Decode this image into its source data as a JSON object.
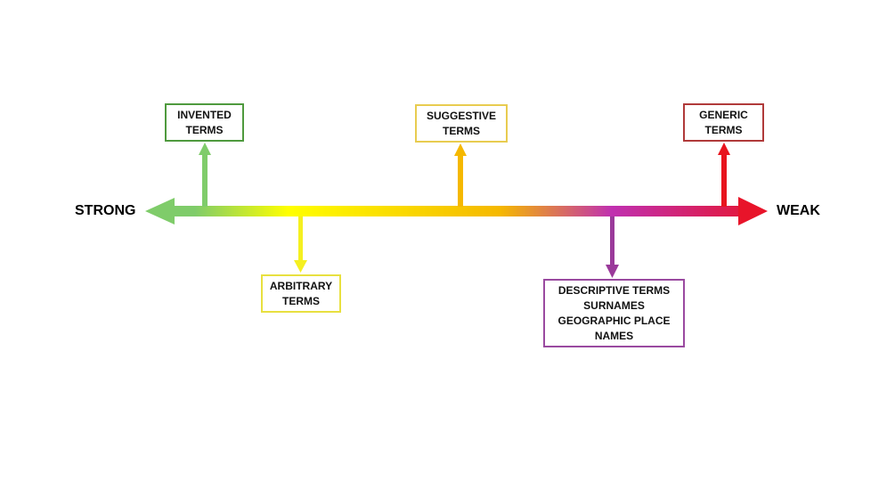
{
  "scale": {
    "left_label": "STRONG",
    "right_label": "WEAK"
  },
  "categories": [
    {
      "id": "invented",
      "lines": [
        "INVENTED",
        "TERMS"
      ],
      "color": "#4f9a3e",
      "arrow_color": "#7fcc6a",
      "direction": "up"
    },
    {
      "id": "arbitrary",
      "lines": [
        "ARBITRARY",
        "TERMS"
      ],
      "color": "#e8e040",
      "arrow_color": "#f5f020",
      "direction": "down"
    },
    {
      "id": "suggestive",
      "lines": [
        "SUGGESTIVE",
        "TERMS"
      ],
      "color": "#e8cc50",
      "arrow_color": "#f5b800",
      "direction": "up"
    },
    {
      "id": "descriptive",
      "lines": [
        "DESCRIPTIVE TERMS",
        "SURNAMES",
        "GEOGRAPHIC PLACE",
        "NAMES"
      ],
      "color": "#9a4aa0",
      "arrow_color": "#9a3a9a",
      "direction": "down"
    },
    {
      "id": "generic",
      "lines": [
        "GENERIC",
        "TERMS"
      ],
      "color": "#b03a3a",
      "arrow_color": "#e8141e",
      "direction": "up"
    }
  ],
  "gradient": [
    "#7fcc6a",
    "#ffff00",
    "#f5b800",
    "#c030b0",
    "#e8142a"
  ]
}
